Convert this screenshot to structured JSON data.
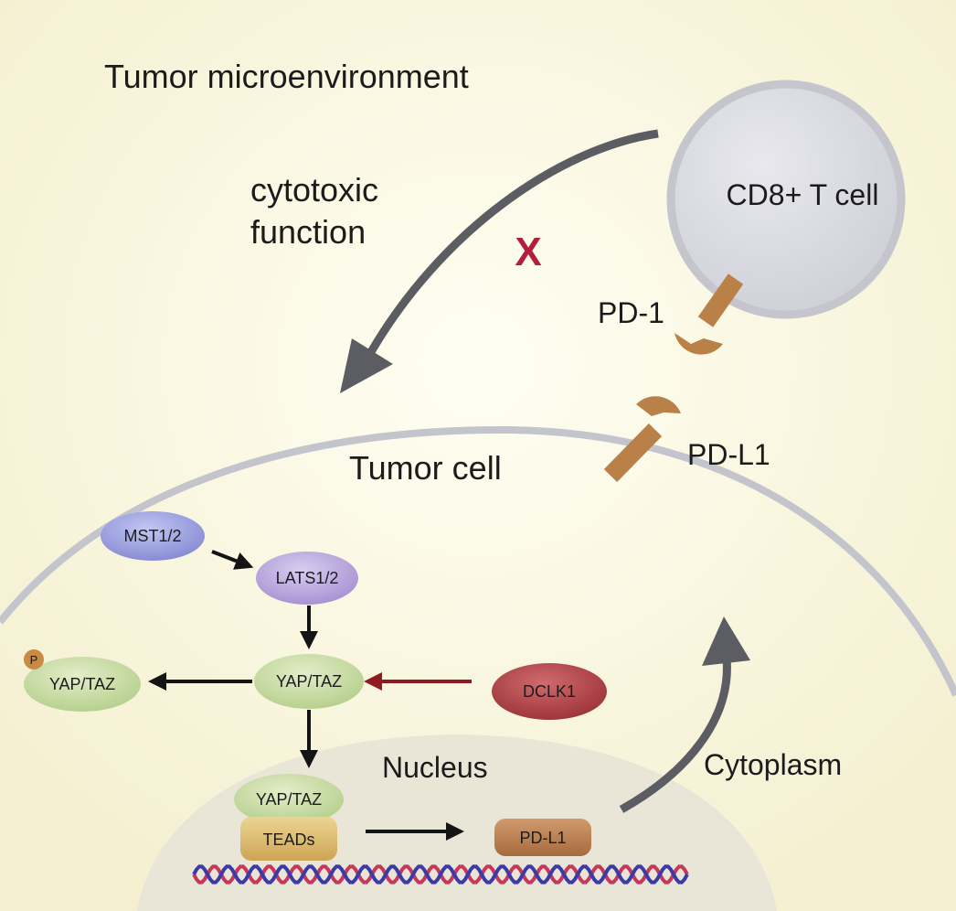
{
  "labels": {
    "environment": "Tumor microenvironment",
    "cytotoxic_line1": "cytotoxic",
    "cytotoxic_line2": "function",
    "blocked_mark": "X",
    "tcell": "CD8+ T cell",
    "pd1": "PD-1",
    "pdl1_receptor": "PD-L1",
    "tumor_cell": "Tumor cell",
    "nucleus": "Nucleus",
    "cytoplasm": "Cytoplasm"
  },
  "nodes": {
    "mst": "MST1/2",
    "lats": "LATS1/2",
    "yap_phospho": "YAP/TAZ",
    "phospho_mark": "P",
    "yap_cyto": "YAP/TAZ",
    "dclk1": "DCLK1",
    "yap_nuclear": "YAP/TAZ",
    "teads": "TEADs",
    "pdl1_product": "PD-L1"
  },
  "colors": {
    "background": "#f7f3d8",
    "membrane": "#c4c4cc",
    "tcell_fill": "#d9d9e1",
    "nucleus_fill": "#e9e6d7",
    "arrow_gray": "#5b5d62",
    "arrow_black": "#141414",
    "arrow_red": "#8e1b22",
    "x_mark": "#b41e3c",
    "receptor": "#b98148",
    "mst": "#8a8fd6",
    "lats": "#ab97d5",
    "yap": "#bad391",
    "dclk1": "#a33c40",
    "teads": "#d7b768",
    "pdl1_product": "#b97f4f",
    "dna_red": "#c5385b",
    "dna_blue": "#3a3aa8"
  }
}
